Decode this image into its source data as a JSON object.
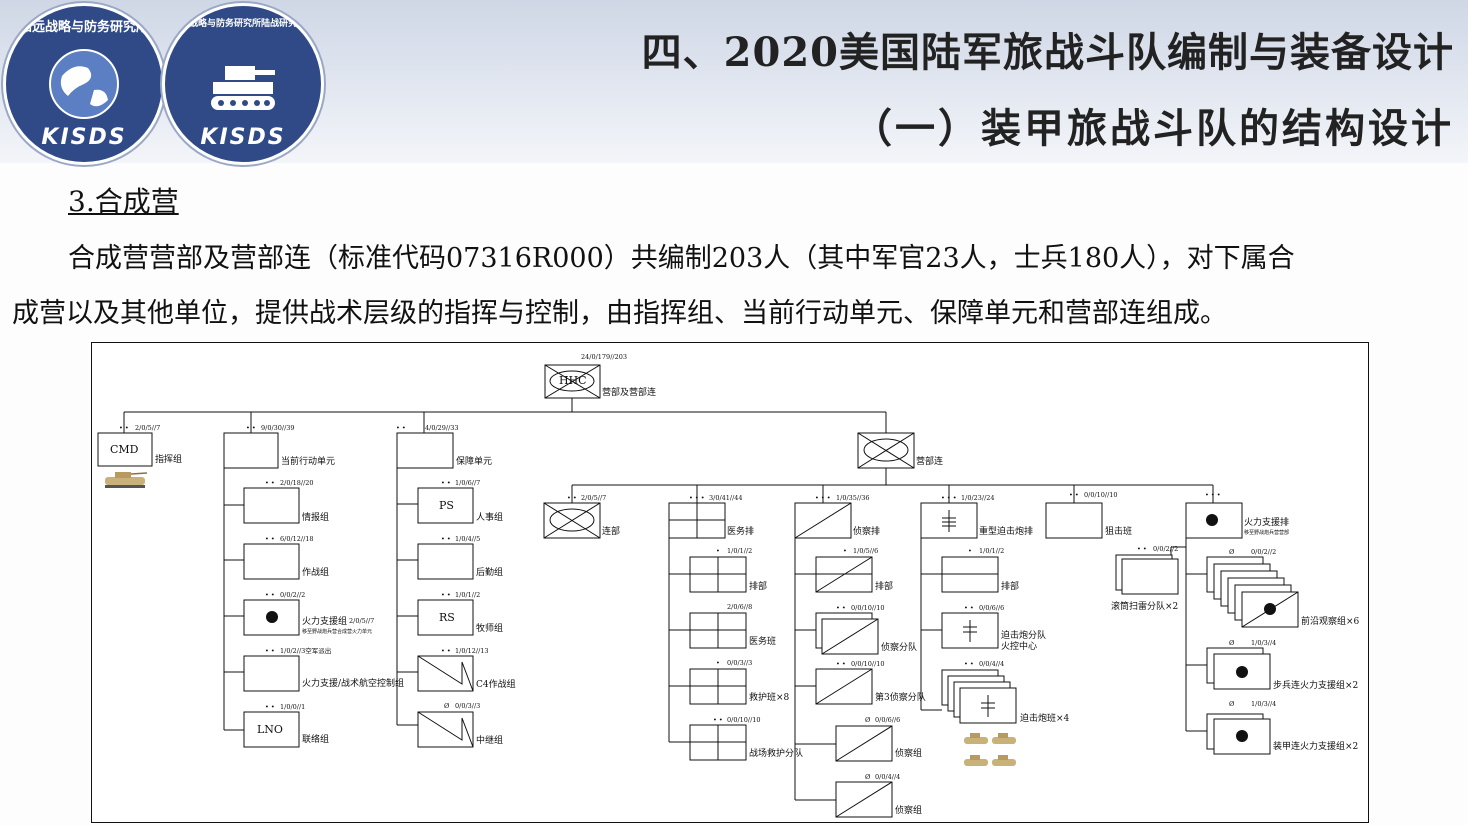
{
  "logos": [
    {
      "text": "知远战略与防务研究所",
      "sub": "KISDS"
    },
    {
      "text": "知远战略与防务研究所陆战研究中心",
      "sub": "KISDS"
    }
  ],
  "title_main": "四、2020美国陆军旅战斗队编制与装备设计",
  "title_sub": "（一）装甲旅战斗队的结构设计",
  "section": "3.合成营",
  "para_line1": "合成营营部及营部连（标准代码07316R000）共编制203人（其中军官23人，士兵180人），对下属合",
  "para_line2": "成营以及其他单位，提供战术层级的指挥与控制，由指挥组、当前行动单元、保障单元和营部连组成。",
  "chart": {
    "root": {
      "count": "24/0/179//203",
      "sym": "HHC",
      "label": "营部及营部连"
    },
    "cmd": {
      "dots": "• •",
      "count": "2/0/5//7",
      "sym": "CMD",
      "label": "指挥组"
    },
    "cur": {
      "dots": "• •",
      "count": "9/0/30//39",
      "label": "当前行动单元",
      "children": [
        {
          "dots": "• •",
          "count": "2/0/18//20",
          "label": "情报组"
        },
        {
          "dots": "• •",
          "count": "6/0/12//18",
          "label": "作战组"
        },
        {
          "dots": "• •",
          "count": "0/0/2//2",
          "label": "火力支援组",
          "extra": "2/0/5//7",
          "note": "移至野战炮兵营合成营火力单元"
        },
        {
          "dots": "• •",
          "count": "1/0/2//3空军派出",
          "label": "火力支援/战术航空控制组"
        },
        {
          "dots": "• •",
          "count": "1/0/0//1",
          "sym": "LNO",
          "label": "联络组"
        }
      ]
    },
    "sup": {
      "dots": "• •",
      "count": "4/0/29//33",
      "label": "保障单元",
      "children": [
        {
          "dots": "• •",
          "count": "1/0/6//7",
          "sym": "PS",
          "label": "人事组"
        },
        {
          "dots": "• •",
          "count": "1/0/4//5",
          "label": "后勤组"
        },
        {
          "dots": "• •",
          "count": "1/0/1//2",
          "sym": "RS",
          "label": "牧师组"
        },
        {
          "dots": "• •",
          "count": "1/0/12//13",
          "label": "C4作战组"
        },
        {
          "dots": "Ø",
          "count": "0/0/3//3",
          "label": "中继组"
        }
      ]
    },
    "hq": {
      "label": "营部连"
    },
    "co": [
      {
        "dots": "• •",
        "count": "2/0/5//7",
        "label": "连部"
      },
      {
        "dots": "• • •",
        "count": "3/0/41//44",
        "label": "医务排",
        "children": [
          {
            "dots": "•",
            "count": "1/0/1//2",
            "label": "排部"
          },
          {
            "dots": "",
            "count": "2/0/6//8",
            "label": "医务班"
          },
          {
            "dots": "•",
            "count": "0/0/3//3",
            "label": "救护班×8"
          },
          {
            "dots": "• •",
            "count": "0/0/10//10",
            "label": "战场救护分队"
          }
        ]
      },
      {
        "dots": "• • •",
        "count": "1/0/35//36",
        "label": "侦察排",
        "children": [
          {
            "dots": "•",
            "count": "1/0/5//6",
            "label": "排部"
          },
          {
            "dots": "• •",
            "count": "0/0/10//10",
            "label": "侦察分队"
          },
          {
            "dots": "• •",
            "count": "0/0/10//10",
            "label": "第3侦察分队"
          },
          {
            "dots": "Ø",
            "count": "0/0/6//6",
            "label": "侦察组"
          },
          {
            "dots": "Ø",
            "count": "0/0/4//4",
            "label": "侦察组"
          }
        ]
      },
      {
        "dots": "• • •",
        "count": "1/0/23//24",
        "label": "重型迫击炮排",
        "children": [
          {
            "dots": "•",
            "count": "1/0/1//2",
            "label": "排部"
          },
          {
            "dots": "• •",
            "count": "0/0/6//6",
            "label": "迫击炮分队",
            "label2": "火控中心"
          },
          {
            "dots": "• •",
            "count": "0/0/4//4",
            "label": "迫击炮班×4"
          }
        ]
      },
      {
        "dots": "• •",
        "count": "0/0/10//10",
        "label": "狙击班"
      },
      {
        "dots": "• • •",
        "count": "",
        "label": "火力支援排",
        "note": "移至野战炮兵营营部",
        "children": [
          {
            "dots": "• •",
            "count": "0/0/2//2",
            "label": "滚筒扫雷分队×2"
          },
          {
            "dots": "Ø",
            "count": "0/0/2//2",
            "label": "前沿观察组×6"
          },
          {
            "dots": "Ø",
            "count": "1/0/3//4",
            "label": "步兵连火力支援组×2"
          },
          {
            "dots": "Ø",
            "count": "1/0/3//4",
            "label": "装甲连火力支援组×2"
          }
        ]
      }
    ]
  }
}
